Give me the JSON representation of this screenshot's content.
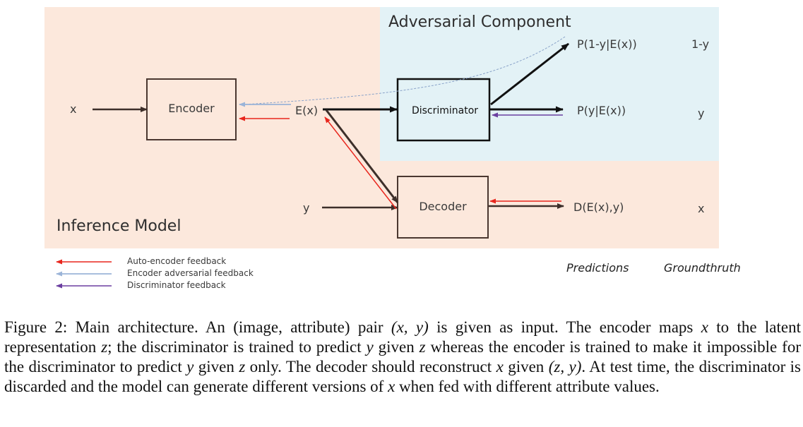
{
  "diagram": {
    "regions": {
      "inference_label": "Inference Model",
      "adversarial_label": "Adversarial Component",
      "inference_color": "#fce8dc",
      "adversarial_color": "#e3f2f6"
    },
    "boxes": {
      "encoder": "Encoder",
      "discriminator": "Discriminator",
      "decoder": "Decoder"
    },
    "nodes": {
      "x_input": "x",
      "latent": "E(x)",
      "y_input": "y"
    },
    "outputs": {
      "pred_flipped": "P(1-y|E(x))",
      "pred_true": "P(y|E(x))",
      "reconstruction": "D(E(x),y)"
    },
    "groundtruth": {
      "flipped": "1-y",
      "true": "y",
      "reconstruction": "x"
    },
    "column_headers": {
      "predictions": "Predictions",
      "groundtruth": "Groundthruth"
    },
    "legend": [
      {
        "label": "Auto-encoder feedback",
        "color": "#e8261d"
      },
      {
        "label": "Encoder adversarial feedback",
        "color": "#9bb4d8"
      },
      {
        "label": "Discriminator feedback",
        "color": "#6b3fa0"
      }
    ]
  },
  "caption": {
    "p1": "Figure 2: Main architecture. An (image, attribute) pair ",
    "m1": "(x, y)",
    "p2": " is given as input. The encoder maps ",
    "m2": "x",
    "p3": " to the latent representation ",
    "m3": "z",
    "p4": "; the discriminator is trained to predict ",
    "m4": "y",
    "p5": " given ",
    "m5": "z",
    "p6": " whereas the encoder is trained to make it impossible for the discriminator to predict ",
    "m6": "y",
    "p7": " given ",
    "m7": "z",
    "p8": " only. The decoder should reconstruct ",
    "m8": "x",
    "p9": " given ",
    "m9": "(z, y)",
    "p10": ". At test time, the discriminator is discarded and the model can generate different versions of ",
    "m10": "x",
    "p11": " when fed with different attribute values."
  }
}
